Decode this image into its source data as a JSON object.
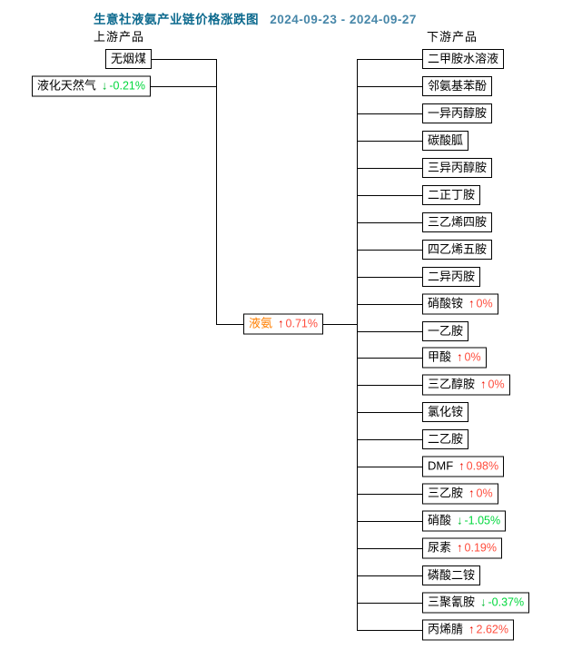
{
  "title": {
    "text": "生意社液氨产业链价格涨跌图",
    "date_range": "2024-09-23 - 2024-09-27"
  },
  "headers": {
    "upstream": "上游产品",
    "downstream": "下游产品"
  },
  "colors": {
    "title": "#0d6a8e",
    "date": "#4787a9",
    "up_arrow": "#ee1100",
    "up_pct": "#ff4d3d",
    "down_arrow": "#00b830",
    "down_pct": "#00d83c",
    "center_label": "#ff7f00",
    "line": "#000000"
  },
  "center_node": {
    "label": "液氨",
    "arrow": "↑",
    "change": "0.71%",
    "direction": "up"
  },
  "upstream": [
    {
      "label": "无烟煤",
      "arrow": "",
      "change": "",
      "direction": "none"
    },
    {
      "label": "液化天然气",
      "arrow": "↓",
      "change": "-0.21%",
      "direction": "down"
    }
  ],
  "downstream": [
    {
      "label": "二甲胺水溶液",
      "arrow": "",
      "change": "",
      "direction": "none"
    },
    {
      "label": "邻氨基苯酚",
      "arrow": "",
      "change": "",
      "direction": "none"
    },
    {
      "label": "一异丙醇胺",
      "arrow": "",
      "change": "",
      "direction": "none"
    },
    {
      "label": "碳酸胍",
      "arrow": "",
      "change": "",
      "direction": "none"
    },
    {
      "label": "三异丙醇胺",
      "arrow": "",
      "change": "",
      "direction": "none"
    },
    {
      "label": "二正丁胺",
      "arrow": "",
      "change": "",
      "direction": "none"
    },
    {
      "label": "三乙烯四胺",
      "arrow": "",
      "change": "",
      "direction": "none"
    },
    {
      "label": "四乙烯五胺",
      "arrow": "",
      "change": "",
      "direction": "none"
    },
    {
      "label": "二异丙胺",
      "arrow": "",
      "change": "",
      "direction": "none"
    },
    {
      "label": "硝酸铵",
      "arrow": "↑",
      "change": "0%",
      "direction": "up"
    },
    {
      "label": "一乙胺",
      "arrow": "",
      "change": "",
      "direction": "none"
    },
    {
      "label": "甲酸",
      "arrow": "↑",
      "change": "0%",
      "direction": "up"
    },
    {
      "label": "三乙醇胺",
      "arrow": "↑",
      "change": "0%",
      "direction": "up"
    },
    {
      "label": "氯化铵",
      "arrow": "",
      "change": "",
      "direction": "none"
    },
    {
      "label": "二乙胺",
      "arrow": "",
      "change": "",
      "direction": "none"
    },
    {
      "label": "DMF",
      "arrow": "↑",
      "change": "0.98%",
      "direction": "up"
    },
    {
      "label": "三乙胺",
      "arrow": "↑",
      "change": "0%",
      "direction": "up"
    },
    {
      "label": "硝酸",
      "arrow": "↓",
      "change": "-1.05%",
      "direction": "down"
    },
    {
      "label": "尿素",
      "arrow": "↑",
      "change": "0.19%",
      "direction": "up"
    },
    {
      "label": "磷酸二铵",
      "arrow": "",
      "change": "",
      "direction": "none"
    },
    {
      "label": "三聚氰胺",
      "arrow": "↓",
      "change": "-0.37%",
      "direction": "down"
    },
    {
      "label": "丙烯腈",
      "arrow": "↑",
      "change": "2.62%",
      "direction": "up"
    }
  ]
}
